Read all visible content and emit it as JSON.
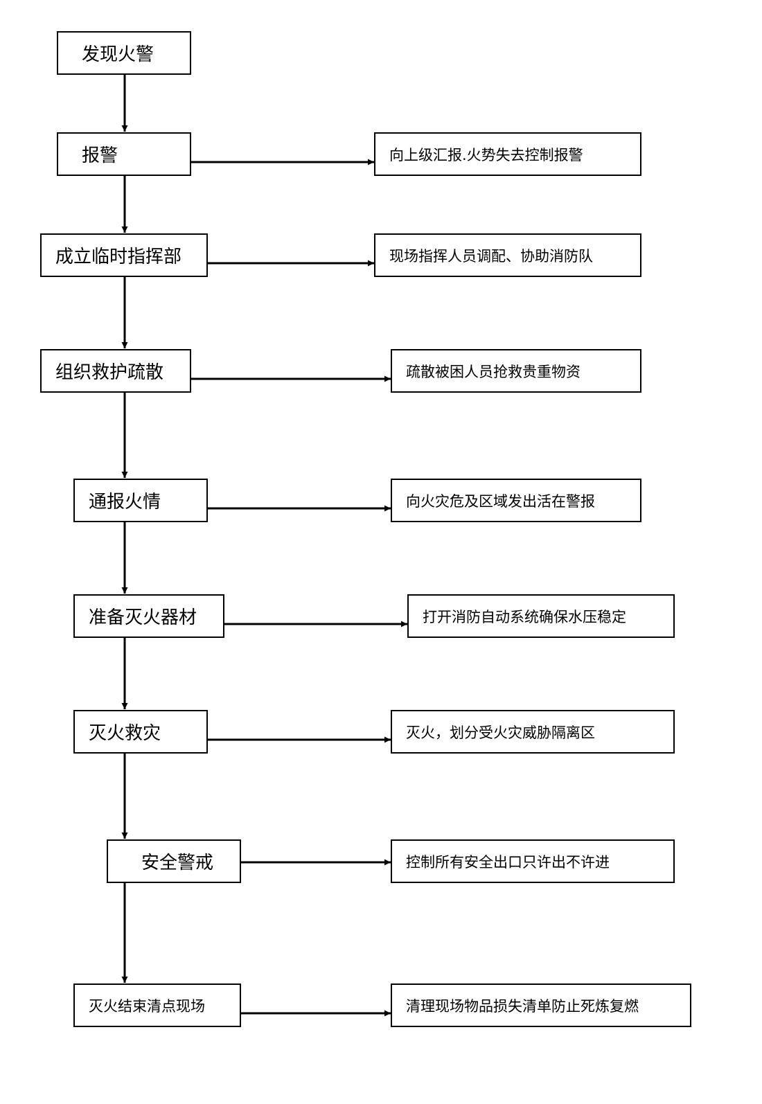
{
  "flowchart": {
    "steps": [
      {
        "label": "发现火警"
      },
      {
        "label": "报警",
        "action": "向上级汇报.火势失去控制报警"
      },
      {
        "label": "成立临时指挥部",
        "action": "现场指挥人员调配、协助消防队"
      },
      {
        "label": "组织救护疏散",
        "action": "疏散被困人员抢救贵重物资"
      },
      {
        "label": "通报火情",
        "action": "向火灾危及区域发出活在警报"
      },
      {
        "label": "准备灭火器材",
        "action": "打开消防自动系统确保水压稳定"
      },
      {
        "label": "灭火救灾",
        "action": "灭火，划分受火灾威胁隔离区"
      },
      {
        "label": "安全警戒",
        "action": "控制所有安全出口只许出不许进"
      },
      {
        "label": "灭火结束清点现场",
        "action": "清理现场物品损失清单防止死炼复燃"
      }
    ]
  }
}
